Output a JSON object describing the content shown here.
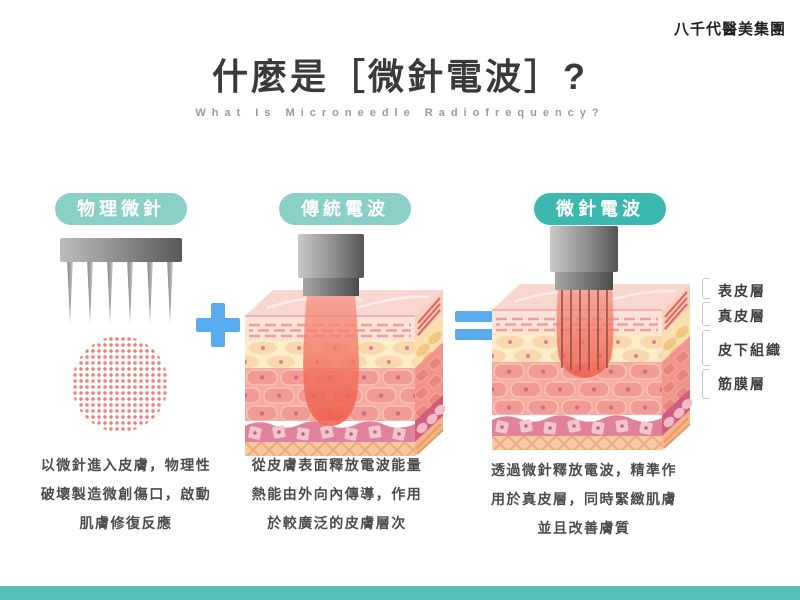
{
  "brand": "八千代醫美集團",
  "header": {
    "title": "什麼是［微針電波］?",
    "subtitle": "What Is Microneedle Radiofrequency?"
  },
  "operators": {
    "plus": "+",
    "equals": "="
  },
  "sections": [
    {
      "badge": "物理微針",
      "illustration": "microneedle-stamp-and-dot-pattern",
      "description_lines": [
        "以微針進入皮膚，物理性",
        "破壞製造微創傷口，啟動",
        "肌膚修復反應"
      ]
    },
    {
      "badge": "傳統電波",
      "illustration": "skin-block-with-wide-rf-beam",
      "description_lines": [
        "從皮膚表面釋放電波能量",
        "熱能由外向內傳導，作用",
        "於較廣泛的皮膚層次"
      ]
    },
    {
      "badge": "微針電波",
      "illustration": "skin-block-with-needle-rf-probe",
      "description_lines": [
        "透過微針釋放電波，精準作",
        "用於真皮層，同時緊緻肌膚",
        "並且改善膚質"
      ]
    }
  ],
  "skin_layer_labels": [
    "表皮層",
    "真皮層",
    "皮下組織",
    "筋膜層"
  ],
  "colors": {
    "badge_soft_teal": "#8ad0c9",
    "badge_teal": "#3db8ae",
    "operator_blue": "#58abee",
    "footer_teal": "#58c0b6",
    "beam_red": "#ee5a48",
    "title_gray": "#3a3a3a"
  }
}
